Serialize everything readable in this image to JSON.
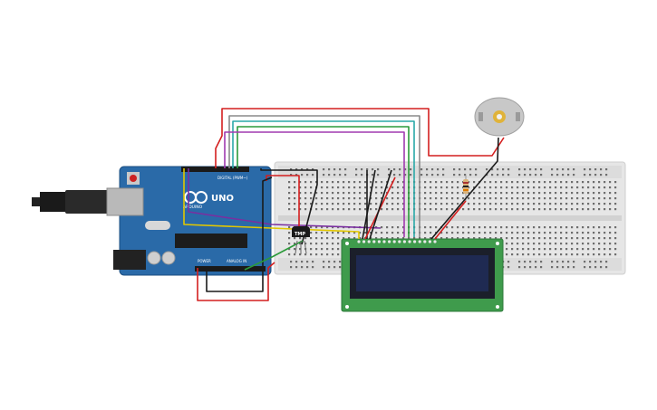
{
  "arduino": {
    "brand": "ARDUINO",
    "model": "UNO",
    "digital_label": "DIGITAL (PWM~)",
    "power_label": "POWER",
    "analog_label": "ANALOG IN"
  },
  "sensor": {
    "label": "TMP"
  },
  "colors": {
    "board": "#2a6aa8",
    "breadboard": "#e6e6e6",
    "lcd_pcb": "#3f9b4c",
    "lcd_screen": "#1f2a52",
    "wire_red": "#d41f1f",
    "wire_black": "#1a1a1a",
    "wire_yellow": "#e2c700",
    "wire_purple": "#7a2fa0",
    "wire_green": "#2b9a3a",
    "wire_teal": "#2aa8a8",
    "wire_gray": "#8a8a8a"
  },
  "icons": {
    "usb": "usb-plug-icon",
    "motor": "dc-motor-icon",
    "resistor": "resistor-icon"
  }
}
